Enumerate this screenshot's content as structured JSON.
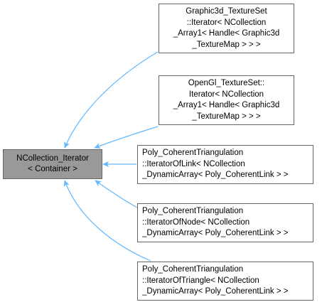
{
  "colors": {
    "edge": "#63b8ff",
    "base_fill": "#999999",
    "node_border": "#666666"
  },
  "base": {
    "lines": [
      "NCollection_Iterator",
      "< Container >"
    ]
  },
  "derived": [
    {
      "lines": [
        "Graphic3d_TextureSet",
        "::Iterator< NCollection",
        "_Array1< Handle< Graphic3d",
        "_TextureMap > > >"
      ]
    },
    {
      "lines": [
        "OpenGl_TextureSet::",
        "Iterator< NCollection",
        "_Array1< Handle< Graphic3d",
        "_TextureMap > > >"
      ]
    },
    {
      "lines": [
        "Poly_CoherentTriangulation",
        "::IteratorOfLink< NCollection",
        "_DynamicArray< Poly_CoherentLink > >"
      ]
    },
    {
      "lines": [
        "Poly_CoherentTriangulation",
        "::IteratorOfNode< NCollection",
        "_DynamicArray< Poly_CoherentLink > >"
      ]
    },
    {
      "lines": [
        "Poly_CoherentTriangulation",
        "::IteratorOfTriangle< NCollection",
        "_DynamicArray< Poly_CoherentLink > >"
      ]
    }
  ]
}
